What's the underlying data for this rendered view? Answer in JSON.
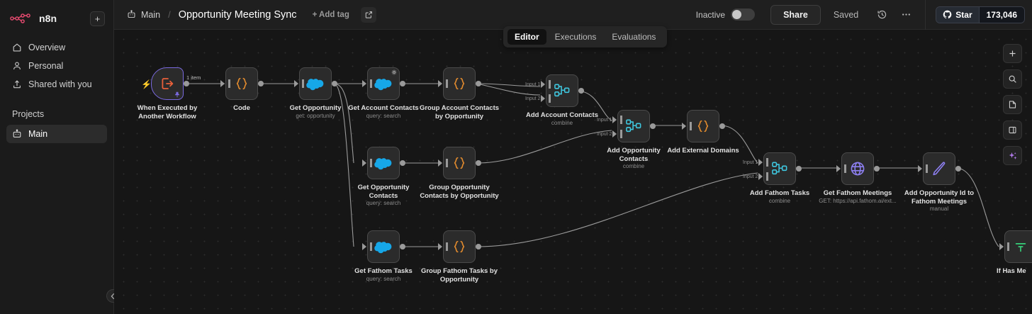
{
  "sidebar": {
    "brand": "n8n",
    "add_button": "+",
    "items": [
      {
        "label": "Overview",
        "icon": "home-icon"
      },
      {
        "label": "Personal",
        "icon": "person-icon"
      },
      {
        "label": "Shared with you",
        "icon": "share-upload-icon"
      }
    ],
    "section_label": "Projects",
    "projects": [
      {
        "label": "Main",
        "icon": "project-icon",
        "active": true
      }
    ],
    "collapse_icon": "chevron-left-icon"
  },
  "topbar": {
    "breadcrumb_project": "Main",
    "breadcrumb_separator": "/",
    "workflow_title": "Opportunity Meeting Sync",
    "add_tag": "+ Add tag",
    "open_icon": "external-link-icon",
    "active_state_label": "Inactive",
    "share_label": "Share",
    "saved_label": "Saved",
    "history_icon": "history-clock-icon",
    "more_icon": "ellipsis-icon",
    "github": {
      "icon": "github-icon",
      "label": "Star",
      "count": "173,046"
    }
  },
  "tabs": [
    {
      "label": "Editor",
      "active": true
    },
    {
      "label": "Executions",
      "active": false
    },
    {
      "label": "Evaluations",
      "active": false
    }
  ],
  "canvas": {
    "connection_labels": {
      "first_item": "1 item",
      "input1": "Input 1",
      "input2": "Input 2"
    },
    "nodes": [
      {
        "id": "trigger",
        "name": "When Executed by\nAnother Workflow",
        "sub": "",
        "icon": "workflow-trigger-icon",
        "type": "trigger"
      },
      {
        "id": "code",
        "name": "Code",
        "sub": "",
        "icon": "code-braces-icon",
        "type": "code"
      },
      {
        "id": "get-opportunity",
        "name": "Get Opportunity",
        "sub": "get: opportunity",
        "icon": "salesforce-icon",
        "type": "salesforce"
      },
      {
        "id": "get-account-contacts",
        "name": "Get Account Contacts",
        "sub": "query: search",
        "icon": "salesforce-icon",
        "type": "salesforce"
      },
      {
        "id": "group-account-contacts",
        "name": "Group Account Contacts\nby Opportunity",
        "sub": "",
        "icon": "code-braces-icon",
        "type": "code"
      },
      {
        "id": "add-account-contacts",
        "name": "Add Account Contacts",
        "sub": "combine",
        "icon": "merge-icon",
        "type": "merge"
      },
      {
        "id": "get-opportunity-contacts",
        "name": "Get Opportunity\nContacts",
        "sub": "query: search",
        "icon": "salesforce-icon",
        "type": "salesforce"
      },
      {
        "id": "group-opportunity-contacts",
        "name": "Group Opportunity\nContacts by Opportunity",
        "sub": "",
        "icon": "code-braces-icon",
        "type": "code"
      },
      {
        "id": "add-opportunity-contacts",
        "name": "Add Opportunity\nContacts",
        "sub": "combine",
        "icon": "merge-icon",
        "type": "merge"
      },
      {
        "id": "add-external-domains",
        "name": "Add External Domains",
        "sub": "",
        "icon": "code-braces-icon",
        "type": "code"
      },
      {
        "id": "get-fathom-tasks",
        "name": "Get Fathom Tasks",
        "sub": "query: search",
        "icon": "salesforce-icon",
        "type": "salesforce"
      },
      {
        "id": "group-fathom-tasks",
        "name": "Group Fathom Tasks by\nOpportunity",
        "sub": "",
        "icon": "code-braces-icon",
        "type": "code"
      },
      {
        "id": "add-fathom-tasks",
        "name": "Add Fathom Tasks",
        "sub": "combine",
        "icon": "merge-icon",
        "type": "merge"
      },
      {
        "id": "get-fathom-meetings",
        "name": "Get Fathom Meetings",
        "sub": "GET: https://api.fathom.ai/ext...",
        "icon": "globe-icon",
        "type": "http"
      },
      {
        "id": "add-opportunity-id",
        "name": "Add Opportunity Id to\nFathom Meetings",
        "sub": "manual",
        "icon": "edit-pencil-icon",
        "type": "set"
      },
      {
        "id": "if-has-meetings",
        "name": "If Has Me",
        "sub": "",
        "icon": "filter-icon",
        "type": "if"
      }
    ]
  },
  "right_toolbar": [
    {
      "icon": "plus-icon"
    },
    {
      "icon": "search-icon"
    },
    {
      "icon": "sticky-note-icon"
    },
    {
      "icon": "panel-toggle-icon"
    },
    {
      "icon": "ai-sparkle-icon"
    }
  ],
  "colors": {
    "accent_purple": "#7a6ae0",
    "salesforce_blue": "#16a7e8",
    "code_orange": "#e08a2e",
    "merge_cyan": "#3fc8e0",
    "if_green": "#37d07a",
    "trigger_orange": "#e8603a",
    "brand_pink": "#ea4b71"
  }
}
